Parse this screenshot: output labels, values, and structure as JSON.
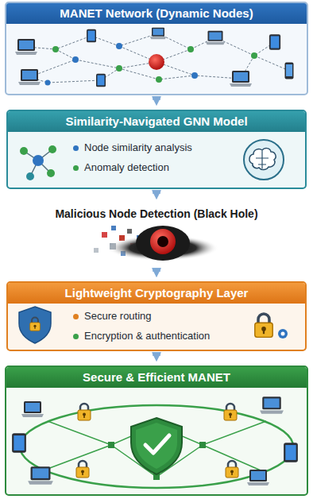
{
  "diagram": {
    "nodes": [
      {
        "text": [
          "MANET Network (Dynamic Nodes)"
        ]
      },
      {
        "text": [
          "Similarity-Navigated GNN Model",
          "Node similarity analysis",
          "Anomaly detection"
        ]
      },
      {
        "text": [
          "Malicious Node Detection (Black Hole)"
        ]
      },
      {
        "text": [
          "Lightweight Cryptography Layer",
          "Secure routing",
          "Encryption & authentication"
        ]
      },
      {
        "text": [
          "Secure & Efficient MANET"
        ]
      }
    ],
    "edges": [
      {
        "from": 0,
        "to": 1,
        "arrow": "to"
      },
      {
        "from": 1,
        "to": 2,
        "arrow": "to"
      },
      {
        "from": 2,
        "to": 3,
        "arrow": "to"
      },
      {
        "from": 3,
        "to": 4,
        "arrow": "to"
      }
    ]
  }
}
